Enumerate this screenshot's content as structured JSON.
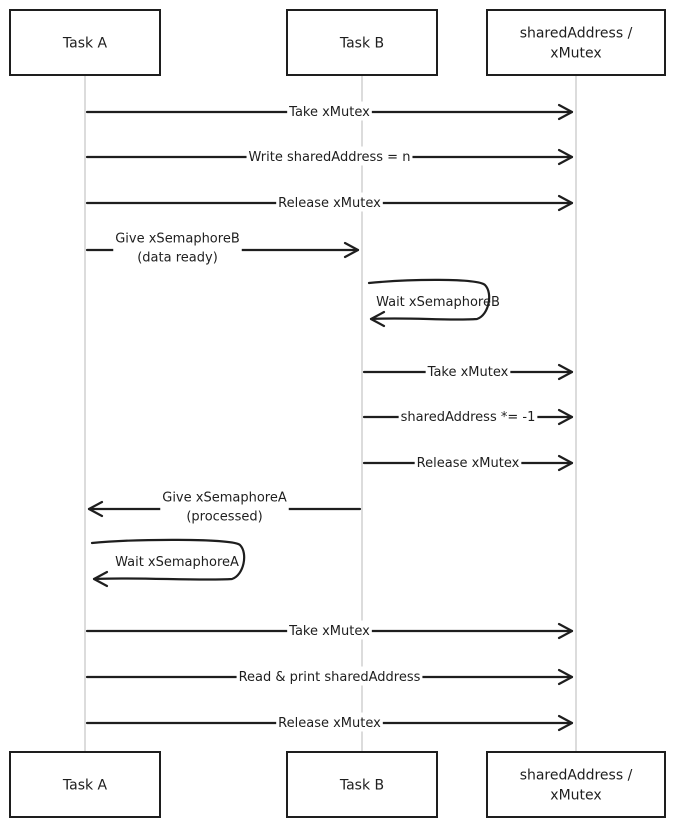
{
  "participants": [
    {
      "lines": [
        "Task A"
      ]
    },
    {
      "lines": [
        "Task B"
      ]
    },
    {
      "lines": [
        "sharedAddress /",
        "xMutex"
      ]
    }
  ],
  "messages": [
    {
      "from": 0,
      "to": 2,
      "lines": [
        "Take xMutex"
      ]
    },
    {
      "from": 0,
      "to": 2,
      "lines": [
        "Write sharedAddress = n"
      ]
    },
    {
      "from": 0,
      "to": 2,
      "lines": [
        "Release xMutex"
      ]
    },
    {
      "from": 0,
      "to": 1,
      "lines": [
        "Give xSemaphoreB",
        "(data ready)"
      ]
    },
    {
      "from": 1,
      "to": 1,
      "lines": [
        "Wait xSemaphoreB"
      ]
    },
    {
      "from": 1,
      "to": 2,
      "lines": [
        "Take xMutex"
      ]
    },
    {
      "from": 1,
      "to": 2,
      "lines": [
        "sharedAddress *= -1"
      ]
    },
    {
      "from": 1,
      "to": 2,
      "lines": [
        "Release xMutex"
      ]
    },
    {
      "from": 1,
      "to": 0,
      "lines": [
        "Give xSemaphoreA",
        "(processed)"
      ]
    },
    {
      "from": 0,
      "to": 0,
      "lines": [
        "Wait xSemaphoreA"
      ]
    },
    {
      "from": 0,
      "to": 2,
      "lines": [
        "Take xMutex"
      ]
    },
    {
      "from": 0,
      "to": 2,
      "lines": [
        "Read & print sharedAddress"
      ]
    },
    {
      "from": 0,
      "to": 2,
      "lines": [
        "Release xMutex"
      ]
    }
  ]
}
